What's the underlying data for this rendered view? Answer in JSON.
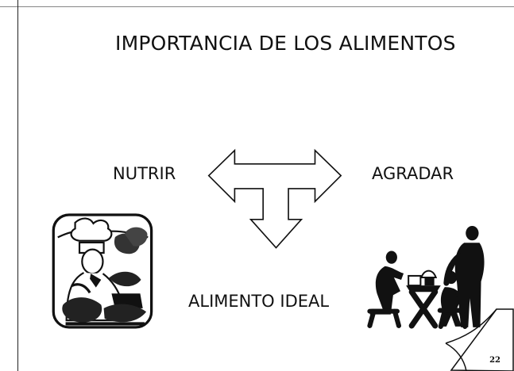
{
  "slide": {
    "title": "IMPORTANCIA DE LOS ALIMENTOS",
    "left_label": "NUTRIR",
    "right_label": "AGRADAR",
    "bottom_label": "ALIMENTO IDEAL",
    "page_number": "22"
  },
  "icons": {
    "center": "three-way-arrow-icon",
    "left_image": "chef-cooking-illustration",
    "right_image": "family-at-table-illustration",
    "corner": "page-curl-icon"
  },
  "colors": {
    "ink": "#111111",
    "paper": "#ffffff"
  }
}
